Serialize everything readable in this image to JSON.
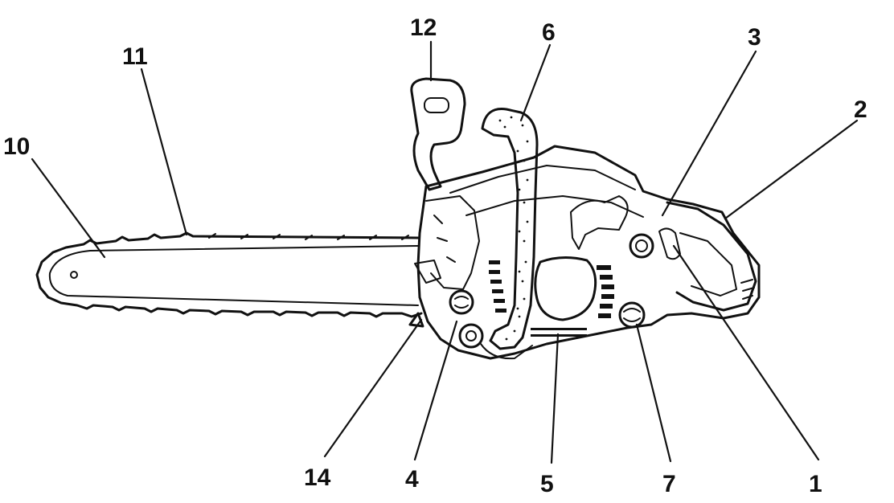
{
  "diagram": {
    "callouts": [
      {
        "id": "c1",
        "label": "1"
      },
      {
        "id": "c2",
        "label": "2"
      },
      {
        "id": "c3",
        "label": "3"
      },
      {
        "id": "c4",
        "label": "4"
      },
      {
        "id": "c5",
        "label": "5"
      },
      {
        "id": "c6",
        "label": "6"
      },
      {
        "id": "c7",
        "label": "7"
      },
      {
        "id": "c10",
        "label": "10"
      },
      {
        "id": "c11",
        "label": "11"
      },
      {
        "id": "c12",
        "label": "12"
      },
      {
        "id": "c14",
        "label": "14"
      }
    ]
  }
}
